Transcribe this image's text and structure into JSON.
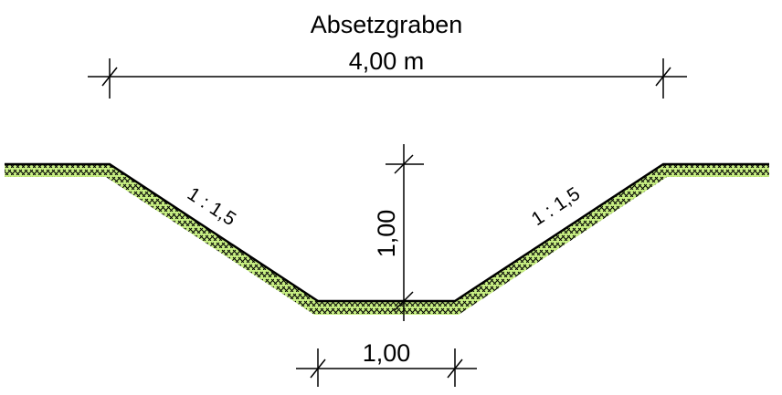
{
  "title": "Absetzgraben",
  "dimensions": {
    "top_width": "4,00 m",
    "depth": "1,00",
    "bottom_width": "1,00"
  },
  "slopes": {
    "left": "1 : 1,5",
    "right": "1 : 1,5"
  },
  "colors": {
    "ground_fill": "#c7ee82",
    "line": "#000000",
    "background": "#ffffff"
  }
}
